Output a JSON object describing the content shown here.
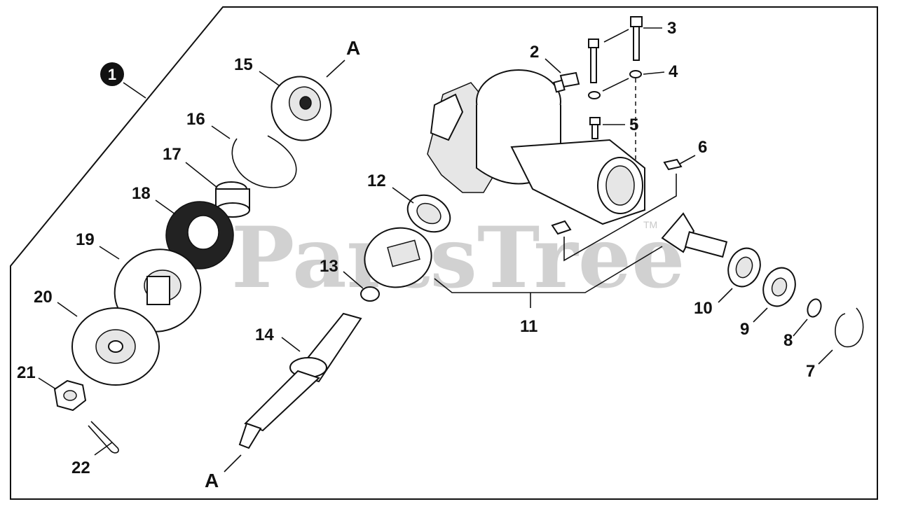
{
  "assembly_badge": "1",
  "watermark": "PartsTree",
  "watermark_tm": "TM",
  "reference_marker": "A",
  "callouts": [
    {
      "id": "2",
      "label": "2"
    },
    {
      "id": "3",
      "label": "3"
    },
    {
      "id": "4",
      "label": "4"
    },
    {
      "id": "5",
      "label": "5"
    },
    {
      "id": "6",
      "label": "6"
    },
    {
      "id": "7",
      "label": "7"
    },
    {
      "id": "8",
      "label": "8"
    },
    {
      "id": "9",
      "label": "9"
    },
    {
      "id": "10",
      "label": "10"
    },
    {
      "id": "11",
      "label": "11"
    },
    {
      "id": "12",
      "label": "12"
    },
    {
      "id": "13",
      "label": "13"
    },
    {
      "id": "14",
      "label": "14"
    },
    {
      "id": "15",
      "label": "15"
    },
    {
      "id": "16",
      "label": "16"
    },
    {
      "id": "17",
      "label": "17"
    },
    {
      "id": "18",
      "label": "18"
    },
    {
      "id": "19",
      "label": "19"
    },
    {
      "id": "20",
      "label": "20"
    },
    {
      "id": "21",
      "label": "21"
    },
    {
      "id": "22",
      "label": "22"
    }
  ]
}
